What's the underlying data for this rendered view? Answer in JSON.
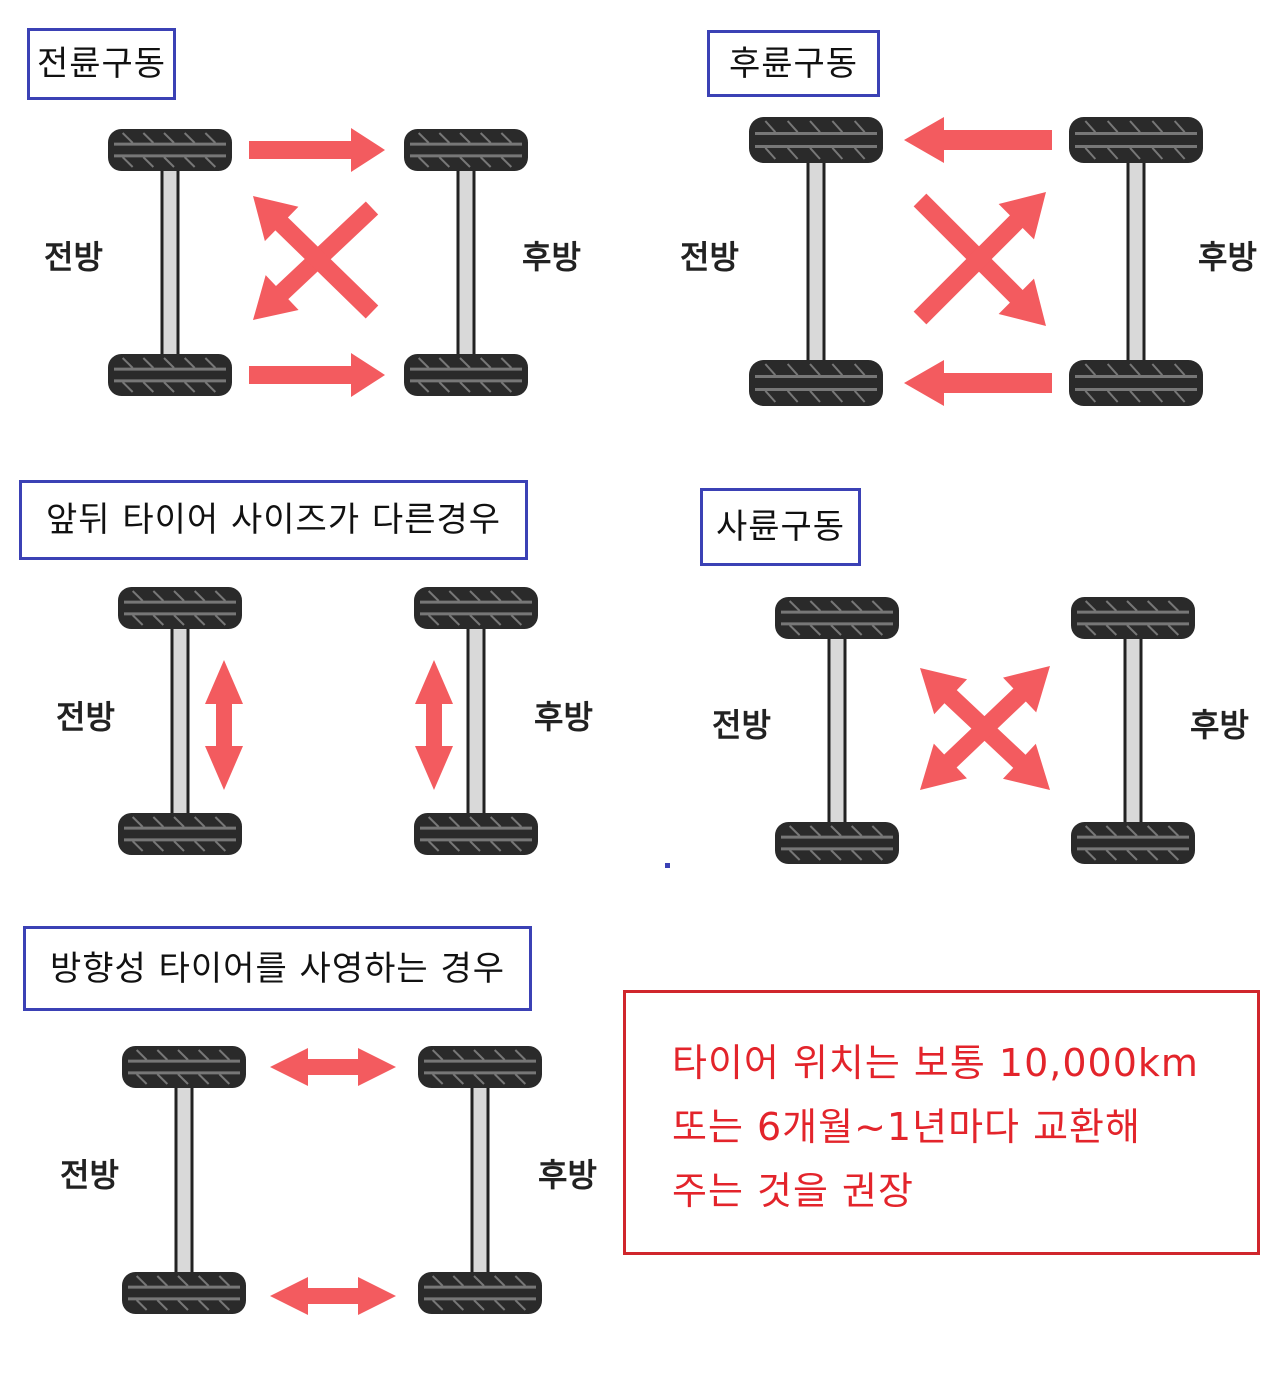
{
  "panels": [
    {
      "title": "전륜구동",
      "front_label": "전방",
      "rear_label": "후방"
    },
    {
      "title": "후륜구동",
      "front_label": "전방",
      "rear_label": "후방"
    },
    {
      "title": "앞뒤 타이어 사이즈가 다른경우",
      "front_label": "전방",
      "rear_label": "후방"
    },
    {
      "title": "사륜구동",
      "front_label": "전방",
      "rear_label": "후방"
    },
    {
      "title": "방향성 타이어를 사영하는 경우",
      "front_label": "전방",
      "rear_label": "후방"
    }
  ],
  "note": {
    "lines": [
      "타이어 위치는 보통 10,000km",
      "또는 6개월~1년마다 교환해",
      "주는 것을 권장"
    ]
  },
  "colors": {
    "title_border": "#3b41b5",
    "arrow": "#f35b5f",
    "tire": "#2a2a2a",
    "axle": "#d9d9d9",
    "note_border": "#d0262c",
    "note_text": "#e3242b"
  }
}
